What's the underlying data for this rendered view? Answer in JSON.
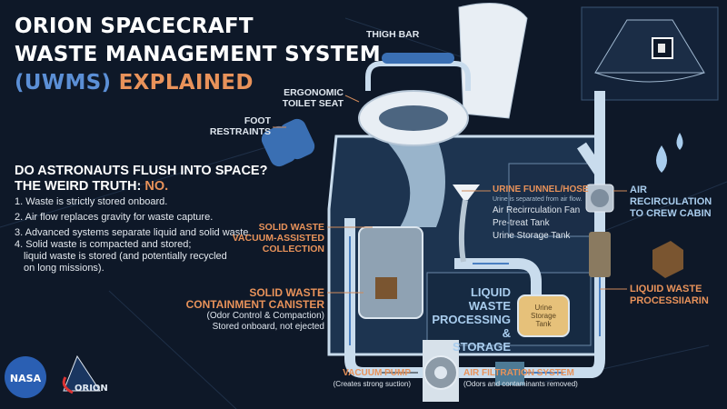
{
  "title": {
    "line1": "ORION SPACECRAFT",
    "line2": "WASTE MANAGEMENT SYSTEM",
    "line3_blue": "(UWMS)",
    "line3_orange": "EXPLAINED"
  },
  "question": {
    "line1": "DO ASTRONAUTS FLUSH INTO SPACE?",
    "line2_prefix": "THE WEIRD TRUTH:",
    "line2_answer": "NO."
  },
  "facts": [
    "1. Waste is strictly stored onboard.",
    "2. Air flow replaces gravity for waste capture.",
    "3. Advanced systems separate liquid and solid waste.",
    "4. Solid waste is compacted and stored;",
    "liquid waste is stored (and potentially recycled",
    "on long missions)."
  ],
  "labels": {
    "thigh_bar": "THIGH BAR",
    "toilet_seat_1": "ERGONOMIC",
    "toilet_seat_2": "TOILET SEAT",
    "foot_1": "FOOT",
    "foot_2": "RESTRAINTS",
    "solid_collection_1": "SOLID WASTE",
    "solid_collection_2": "VACUUM-ASSISTED",
    "solid_collection_3": "COLLECTION",
    "canister_1": "SOLID WASTE",
    "canister_2": "CONTAINMENT CANISTER",
    "canister_3": "(Odor Control & Compaction)",
    "canister_4": "Stored onboard, not ejected",
    "urine_funnel": "URINE FUNNEL/HOSE",
    "urine_funnel_sub": "Urine is separated from air flow.",
    "air_fan": "Air Recirrculation Fan",
    "pretreat": "Pre-treat Tank",
    "urine_storage": "Urine Storage Tank",
    "liquid_proc_1": "LIQUID WASTE",
    "liquid_proc_2": "PROCESSING &",
    "liquid_proc_3": "STORAGE",
    "tank_1": "Urine",
    "tank_2": "Storage",
    "tank_3": "Tank",
    "air_recirc_1": "AIR RECIRCULATION",
    "air_recirc_2": "TO CREW CABIN",
    "liquid_right_1": "LIQUID WASTE",
    "liquid_right_2": "PROCESSIIARIN",
    "vacuum_pump": "VACUUM PUMP",
    "vacuum_pump_sub": "(Creates strong suction)",
    "air_filtration": "AIR FILTRATION SYSTEM",
    "air_filtration_sub": "(Odors and contaminants removed)"
  },
  "logos": {
    "nasa": "NASA",
    "orion": "ORION"
  },
  "colors": {
    "background": "#0e1828",
    "accent_orange": "#e8925a",
    "accent_blue": "#5b8fd6",
    "pipe": "#c9dced"
  }
}
